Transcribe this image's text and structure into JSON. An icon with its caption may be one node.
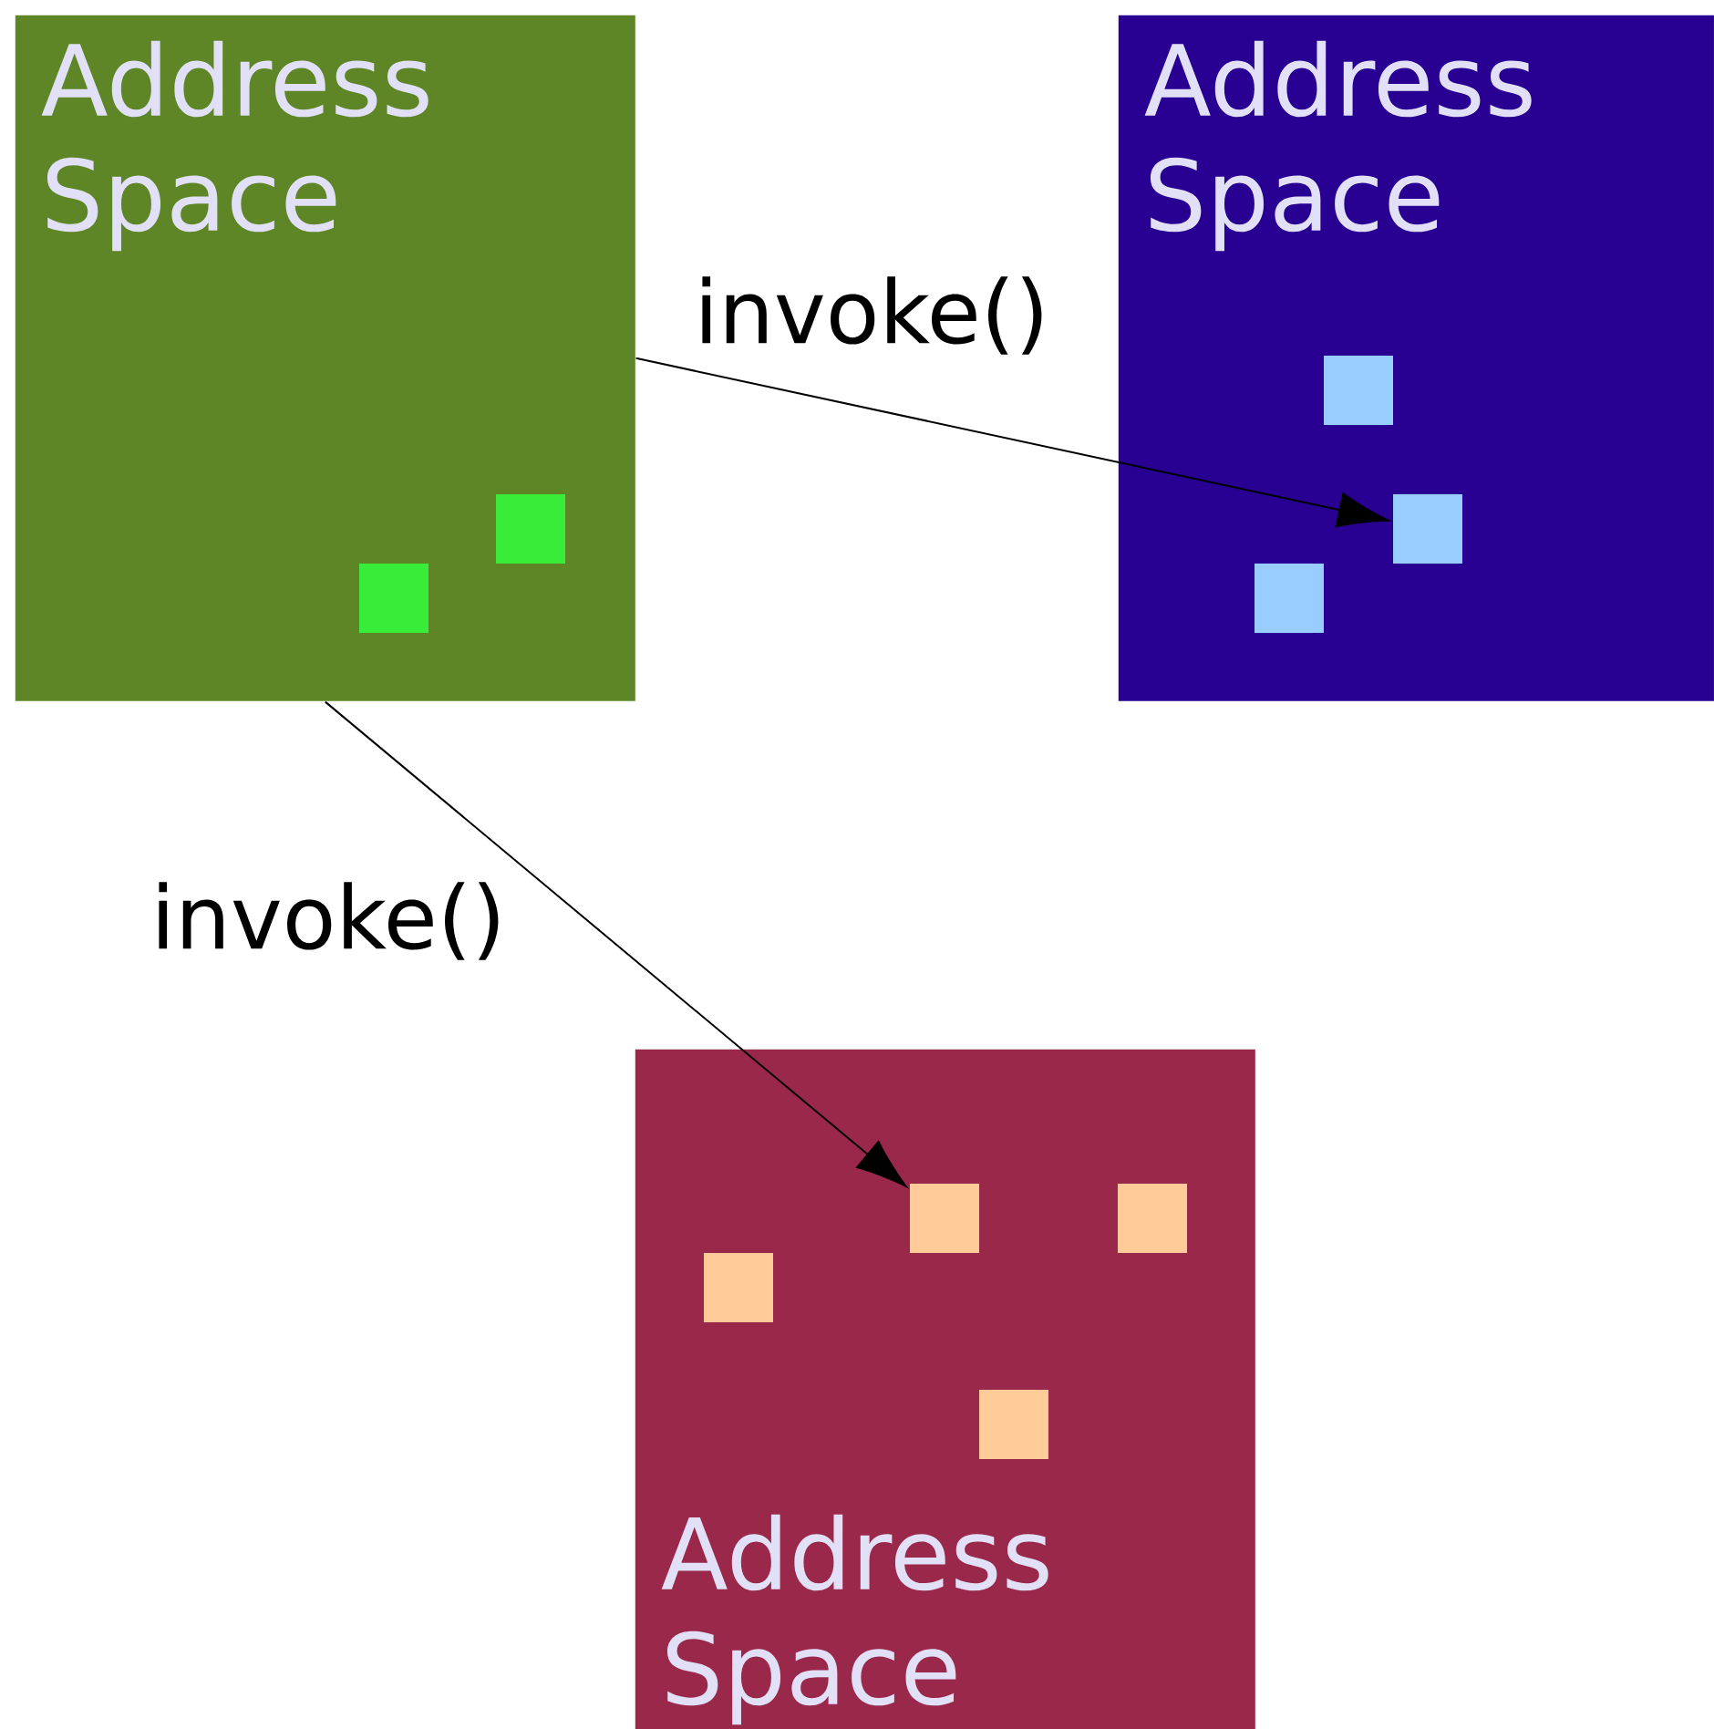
{
  "diagram": {
    "nodes": [
      {
        "text": [
          "Address Space"
        ]
      },
      {
        "text": [],
        "shape": "box",
        "in": 0
      },
      {
        "text": [],
        "shape": "box",
        "in": 0
      },
      {
        "text": [
          "Address Space"
        ]
      },
      {
        "text": [],
        "shape": "box",
        "in": 3
      },
      {
        "text": [],
        "shape": "box",
        "in": 3
      },
      {
        "text": [],
        "shape": "box",
        "in": 3
      },
      {
        "text": [
          "Address Space"
        ]
      },
      {
        "text": [],
        "shape": "box",
        "in": 7
      },
      {
        "text": [],
        "shape": "box",
        "in": 7
      },
      {
        "text": [],
        "shape": "box",
        "in": 7
      },
      {
        "text": [],
        "shape": "box",
        "in": 7
      }
    ],
    "edges": [
      {
        "from": 0,
        "to": 5,
        "arrow": "to",
        "label": "invoke()"
      },
      {
        "from": 0,
        "to": 8,
        "arrow": "to",
        "label": "invoke()"
      }
    ]
  }
}
